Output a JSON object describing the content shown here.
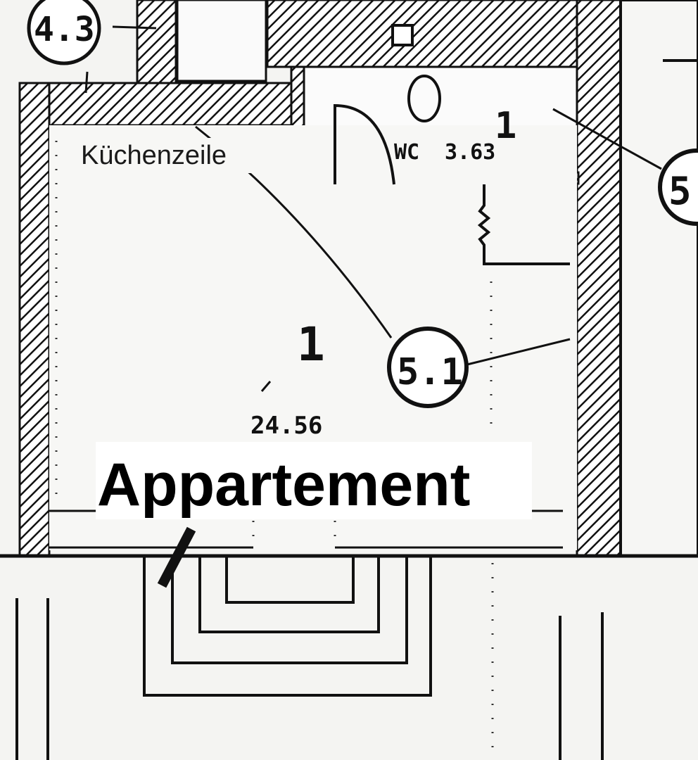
{
  "rooms": {
    "kitchen_label": "Küchenzeile",
    "wc_label": "WC",
    "wc_area": "3.63",
    "wc_number": "1",
    "main_number": "1",
    "main_area": "24.56",
    "apartment_label": "Appartement"
  },
  "markers": {
    "top_left": "4.3",
    "center": "5.1",
    "right_edge": "5"
  },
  "colors": {
    "paper": "#f4f4f2",
    "ink": "#111111",
    "label_bg": "#ffffff"
  }
}
